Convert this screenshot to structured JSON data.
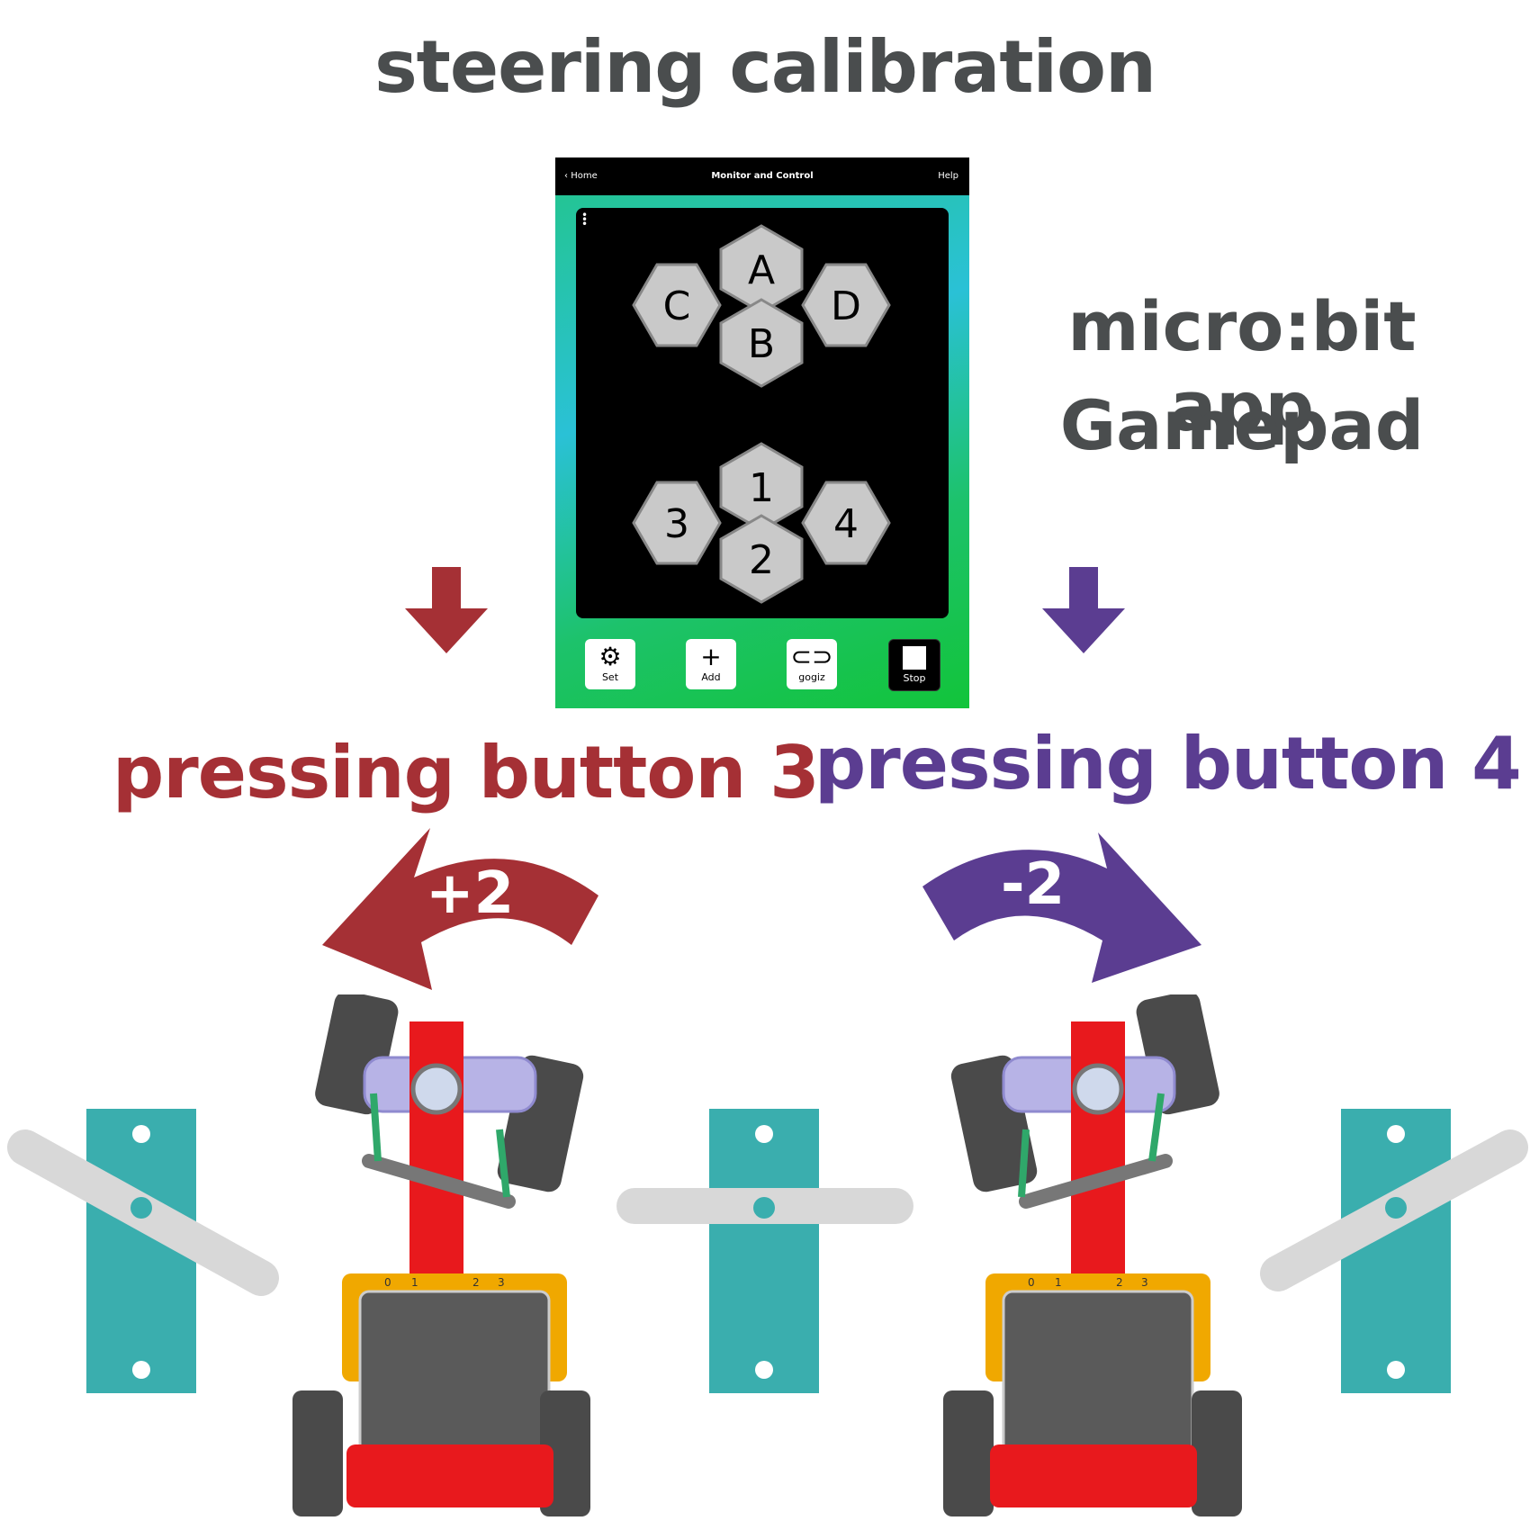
{
  "title": "steering calibration",
  "app_label": {
    "line1": "micro:bit app",
    "line2": "Gamepad"
  },
  "app": {
    "home": "Home",
    "header": "Monitor and Control",
    "help": "Help",
    "pad_top": {
      "up": "A",
      "down": "B",
      "left": "C",
      "right": "D"
    },
    "pad_bottom": {
      "up": "1",
      "down": "2",
      "left": "3",
      "right": "4"
    },
    "toolbar": {
      "set": "Set",
      "add": "Add",
      "gogiz": "gogiz",
      "stop": "Stop"
    }
  },
  "left": {
    "pressing": "pressing button 3",
    "delta": "+2",
    "color": "#a53035"
  },
  "right": {
    "pressing": "pressing button 4",
    "delta": "-2",
    "color": "#5b3d91"
  },
  "colors": {
    "servo_plate": "#3aaeae",
    "horn": "#d8d8d8",
    "chassis": "#e8191d",
    "wheel": "#4a4a4a"
  },
  "board_pins": [
    "0",
    "1",
    "2",
    "3"
  ]
}
